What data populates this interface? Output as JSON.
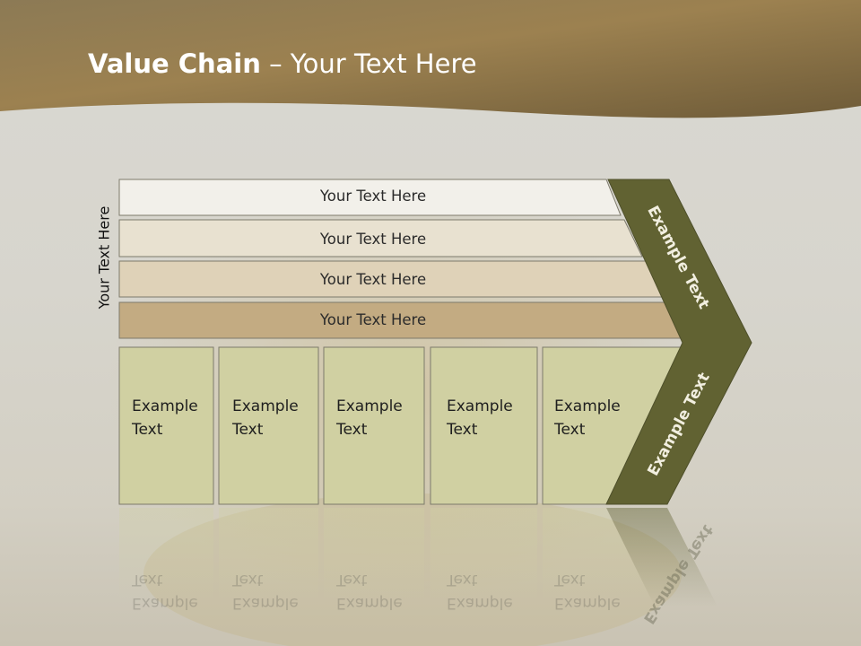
{
  "title": {
    "bold": "Value Chain",
    "rest": " – Your Text Here"
  },
  "side_label": "Your Text Here",
  "bands": [
    "Your Text Here",
    "Your Text Here",
    "Your Text Here",
    "Your Text Here"
  ],
  "cells": [
    {
      "line1": "Example",
      "line2": "Text"
    },
    {
      "line1": "Example",
      "line2": "Text"
    },
    {
      "line1": "Example",
      "line2": "Text"
    },
    {
      "line1": "Example",
      "line2": "Text"
    },
    {
      "line1": "Example",
      "line2": "Text"
    }
  ],
  "arrow_labels": {
    "upper": "Example Text",
    "lower": "Example Text"
  },
  "colors": {
    "header": "#8a7448",
    "band1": "#f2f0ea",
    "band2": "#e8e1d0",
    "band3": "#dfd2b8",
    "band4": "#c3ab82",
    "cell": "#d0d0a2",
    "arrow": "#616232"
  }
}
